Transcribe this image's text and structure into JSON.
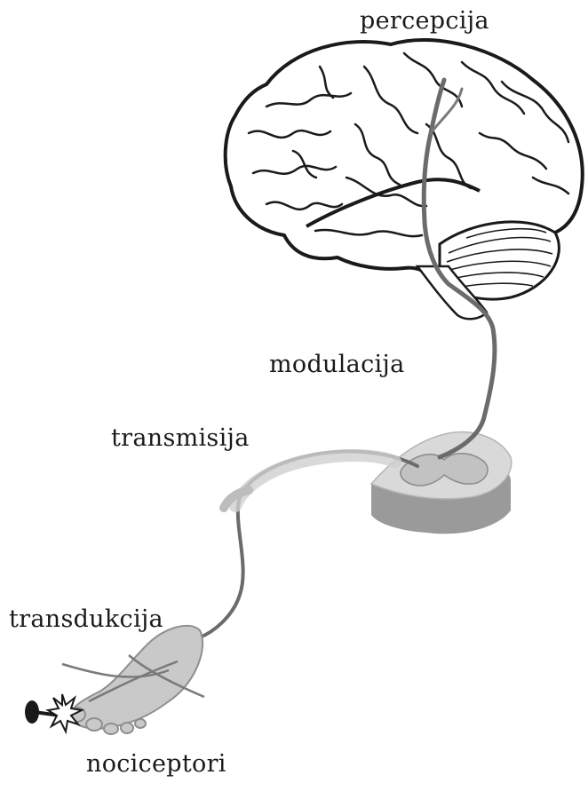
{
  "labels": {
    "perception": "percepcija",
    "modulation": "modulacija",
    "transmission": "transmisija",
    "transduction": "transdukcija",
    "nociceptors": "nociceptori"
  },
  "colors": {
    "outline": "#1a1a1a",
    "nerve_pathway": "#6b6b6b",
    "spinal_cord_light": "#d9d9d9",
    "spinal_cord_dark": "#9a9a9a",
    "foot_fill": "#c9c9c9"
  }
}
